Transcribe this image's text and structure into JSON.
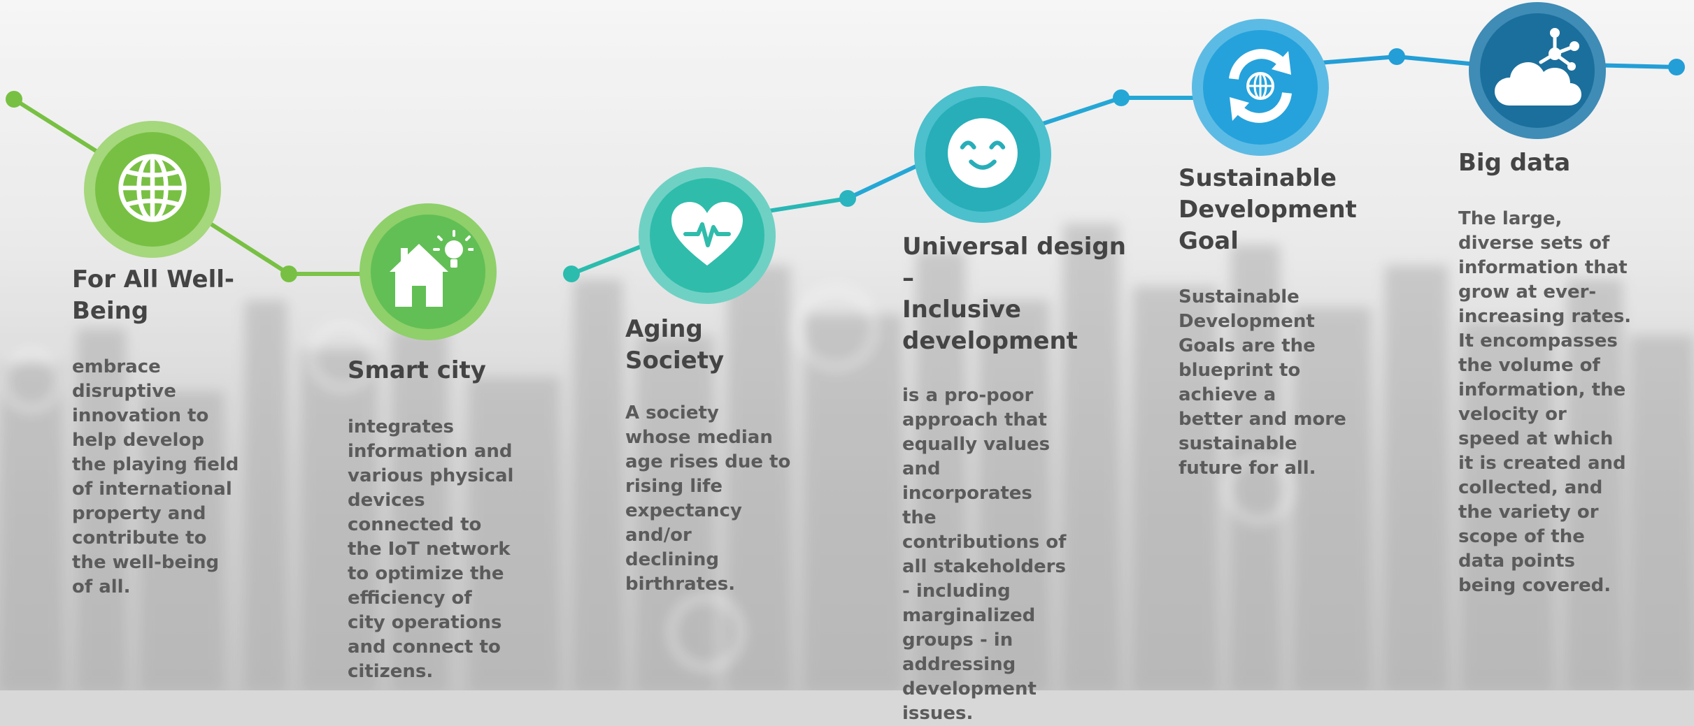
{
  "colors": {
    "green": "#78c043",
    "green_light": "#a5d77c",
    "teal": "#2fbcab",
    "teal_light": "#6fd1c4",
    "cyan": "#25a7d6",
    "blue": "#1f8cc7",
    "blue_dark": "#1b6f9c",
    "heading": "#444444",
    "body": "#5b5b5b"
  },
  "steps": [
    {
      "icon": "globe-icon",
      "title": "For All Well-\nBeing",
      "description": "embrace\ndisruptive\ninnovation to\nhelp develop\nthe playing field\nof international\nproperty and\ncontribute to\nthe well-being\nof all."
    },
    {
      "icon": "smart-home-icon",
      "title": "Smart city",
      "description": "integrates\ninformation and\nvarious physical\ndevices\nconnected to\nthe IoT network\nto optimize the\nefficiency of\ncity operations\nand connect to\ncitizens."
    },
    {
      "icon": "heart-pulse-icon",
      "title": "Aging\nSociety",
      "description": "A society\nwhose median\nage rises due to\nrising life\nexpectancy\nand/or\ndeclining\nbirthrates."
    },
    {
      "icon": "smiley-icon",
      "title": "Universal design –\nInclusive\ndevelopment",
      "description": "is a pro-poor\napproach that\nequally values\nand\nincorporates\nthe\ncontributions of\nall stakeholders\n- including\nmarginalized\ngroups - in\naddressing\ndevelopment\nissues."
    },
    {
      "icon": "globe-cycle-icon",
      "title": "Sustainable\nDevelopment\nGoal",
      "description": "Sustainable\nDevelopment\nGoals are the\nblueprint to\nachieve a\nbetter and more\nsustainable\nfuture for all."
    },
    {
      "icon": "cloud-network-icon",
      "title": "Big data",
      "description": "The large,\ndiverse sets of\ninformation that\ngrow at ever-\nincreasing rates.\nIt encompasses\nthe volume of\ninformation, the\nvelocity or\nspeed at which\nit is created and\ncollected, and\nthe variety or\nscope of the\ndata points\nbeing covered."
    }
  ]
}
